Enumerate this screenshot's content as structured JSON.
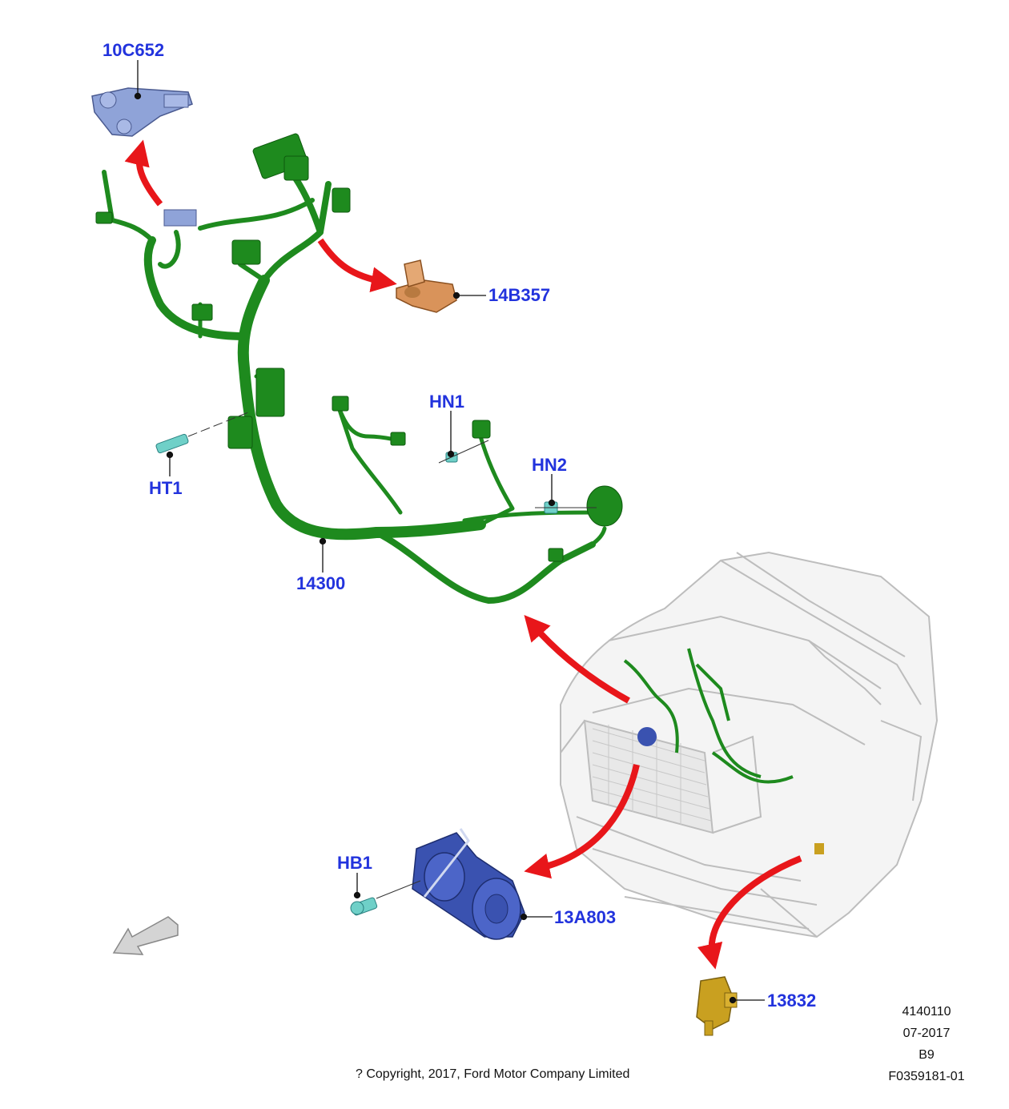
{
  "callouts": {
    "c10C652": "10C652",
    "c14B357": "14B357",
    "cHN1": "HN1",
    "cHN2": "HN2",
    "cHT1": "HT1",
    "c14300": "14300",
    "cHB1": "HB1",
    "c13A803": "13A803",
    "c13832": "13832"
  },
  "footer": {
    "copyright": "? Copyright, 2017, Ford Motor Company Limited",
    "illustration_number": "4140110",
    "date": "07-2017",
    "code": "B9",
    "figure_id": "F0359181-01"
  },
  "colors": {
    "callout_text": "#2233dd",
    "harness": "#1e8a1e",
    "arrow": "#e8161a",
    "battery_clamp": "#8fa3d8",
    "bracket": "#d9935a",
    "horn": "#3a52b0",
    "sensor": "#c9a020",
    "fastener": "#6fd0c8",
    "vehicle_outline": "#b8b8b8"
  }
}
